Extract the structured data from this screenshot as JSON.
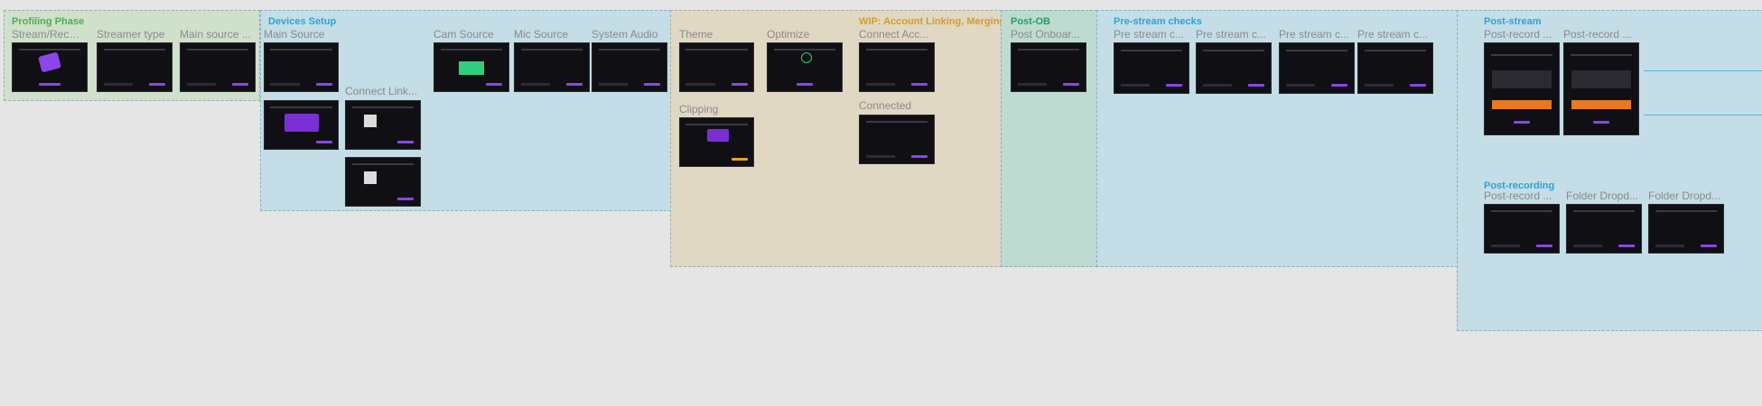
{
  "colors": {
    "canvas": "#e5e5e5",
    "profiling_fill": "#cfe0cb",
    "devices_fill": "#c4dde6",
    "wip_fill": "#e1d8c4",
    "postob_fill": "#bedbd1",
    "prestream_fill": "#c4dde6",
    "poststream_fill": "#c4dde6",
    "accent_purple": "#8d44e8",
    "accent_green": "#2fce7c"
  },
  "sections": {
    "profiling": {
      "title": "Profiling Phase",
      "color": "#4caf50"
    },
    "devices": {
      "title": "Devices Setup",
      "color": "#2aa5d8"
    },
    "wip": {
      "title": "WIP: Account Linking, Merging, Login",
      "color": "#d59b25"
    },
    "postob": {
      "title": "Post-OB",
      "color": "#22a066"
    },
    "prestream": {
      "title": "Pre-stream checks",
      "color": "#2aa5d8"
    },
    "poststream": {
      "title": "Post-stream",
      "color": "#2aa5d8"
    },
    "postrecording": {
      "title": "Post-recording",
      "color": "#2aa5d8"
    }
  },
  "frames": {
    "stream_reco": "Stream/Reco...",
    "streamer_type": "Streamer type",
    "main_source_1": "Main source ...",
    "main_source_2": "Main Source",
    "connect_link": "Connect Link...",
    "cam_source": "Cam Source",
    "mic_source": "Mic Source",
    "system_audio": "System Audio",
    "theme": "Theme",
    "optimize": "Optimize",
    "connect_acc": "Connect Acc...",
    "clipping": "Clipping",
    "connected": "Connected",
    "post_onboar": "Post Onboar...",
    "pre_stream_1": "Pre stream c...",
    "pre_stream_2": "Pre stream c...",
    "pre_stream_3": "Pre stream c...",
    "pre_stream_4": "Pre stream c...",
    "post_record_1": "Post-record ...",
    "post_record_2": "Post-record ...",
    "post_record_3": "Post-record ...",
    "folder_dropd_1": "Folder Dropd...",
    "folder_dropd_2": "Folder Dropd..."
  }
}
